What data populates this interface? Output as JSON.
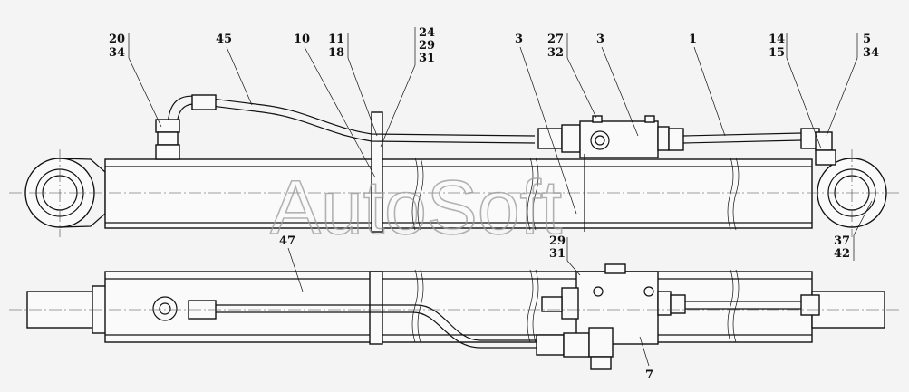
{
  "watermark": "AutoSoft",
  "callouts": {
    "c1": {
      "l1": "20",
      "l2": "34"
    },
    "c2": {
      "l1": "45"
    },
    "c3": {
      "l1": "10"
    },
    "c4": {
      "l1": "11",
      "l2": "18"
    },
    "c5": {
      "l1": "24",
      "l2": "29",
      "l3": "31"
    },
    "c6": {
      "l1": "3"
    },
    "c7": {
      "l1": "27",
      "l2": "32"
    },
    "c8": {
      "l1": "3"
    },
    "c9": {
      "l1": "1"
    },
    "c10": {
      "l1": "14",
      "l2": "15"
    },
    "c11": {
      "l1": "5",
      "l2": "34"
    },
    "c12": {
      "l1": "37",
      "l2": "42"
    },
    "c13": {
      "l1": "47"
    },
    "c14": {
      "l1": "29",
      "l2": "31"
    },
    "c15": {
      "l1": "7"
    }
  }
}
